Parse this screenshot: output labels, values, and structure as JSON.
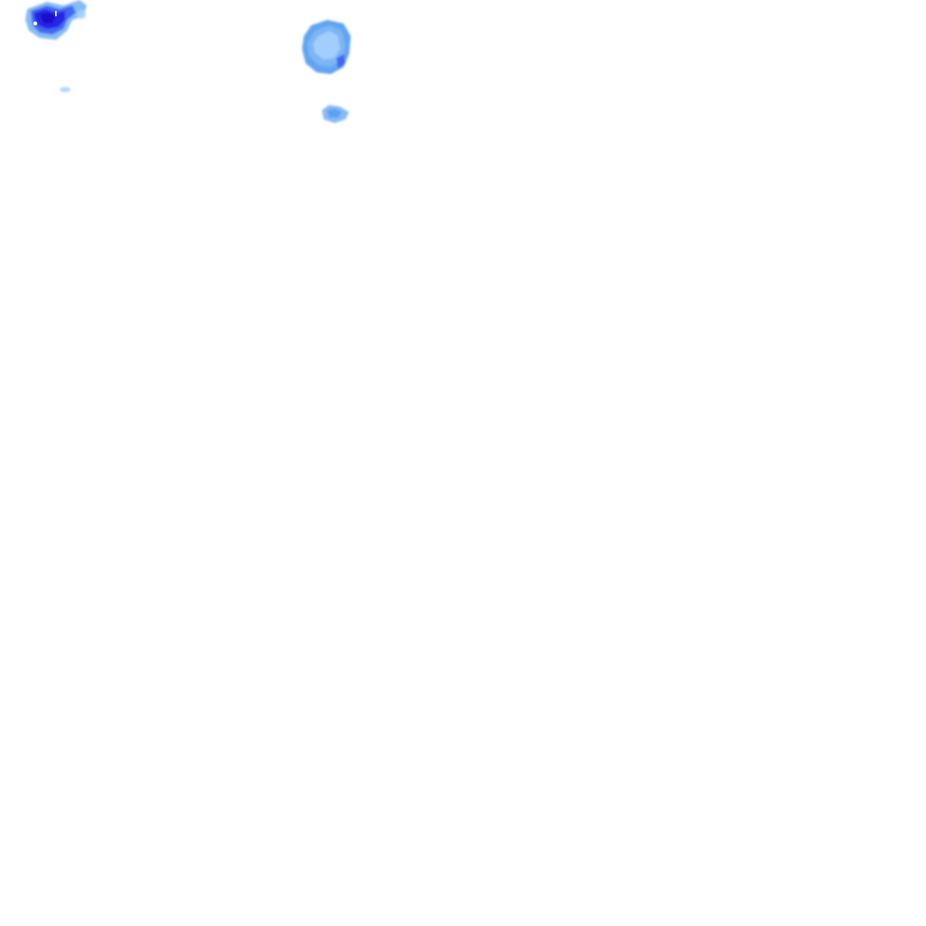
{
  "map": {
    "background_color": "#ffffff",
    "layer": "precipitation-radar",
    "palette": {
      "light": "#a9d2fb",
      "medium": "#7fb6f5",
      "strong": "#5aa0f0",
      "heavy": "#3f63f2",
      "intense": "#2424e6",
      "peak": "#1a10c8"
    },
    "cells": [
      {
        "name": "precip-cell-northwest",
        "intensity": "intense"
      },
      {
        "name": "precip-cell-north-center",
        "intensity": "medium"
      },
      {
        "name": "precip-cell-small-west",
        "intensity": "light"
      },
      {
        "name": "precip-cell-small-center",
        "intensity": "medium"
      }
    ]
  }
}
